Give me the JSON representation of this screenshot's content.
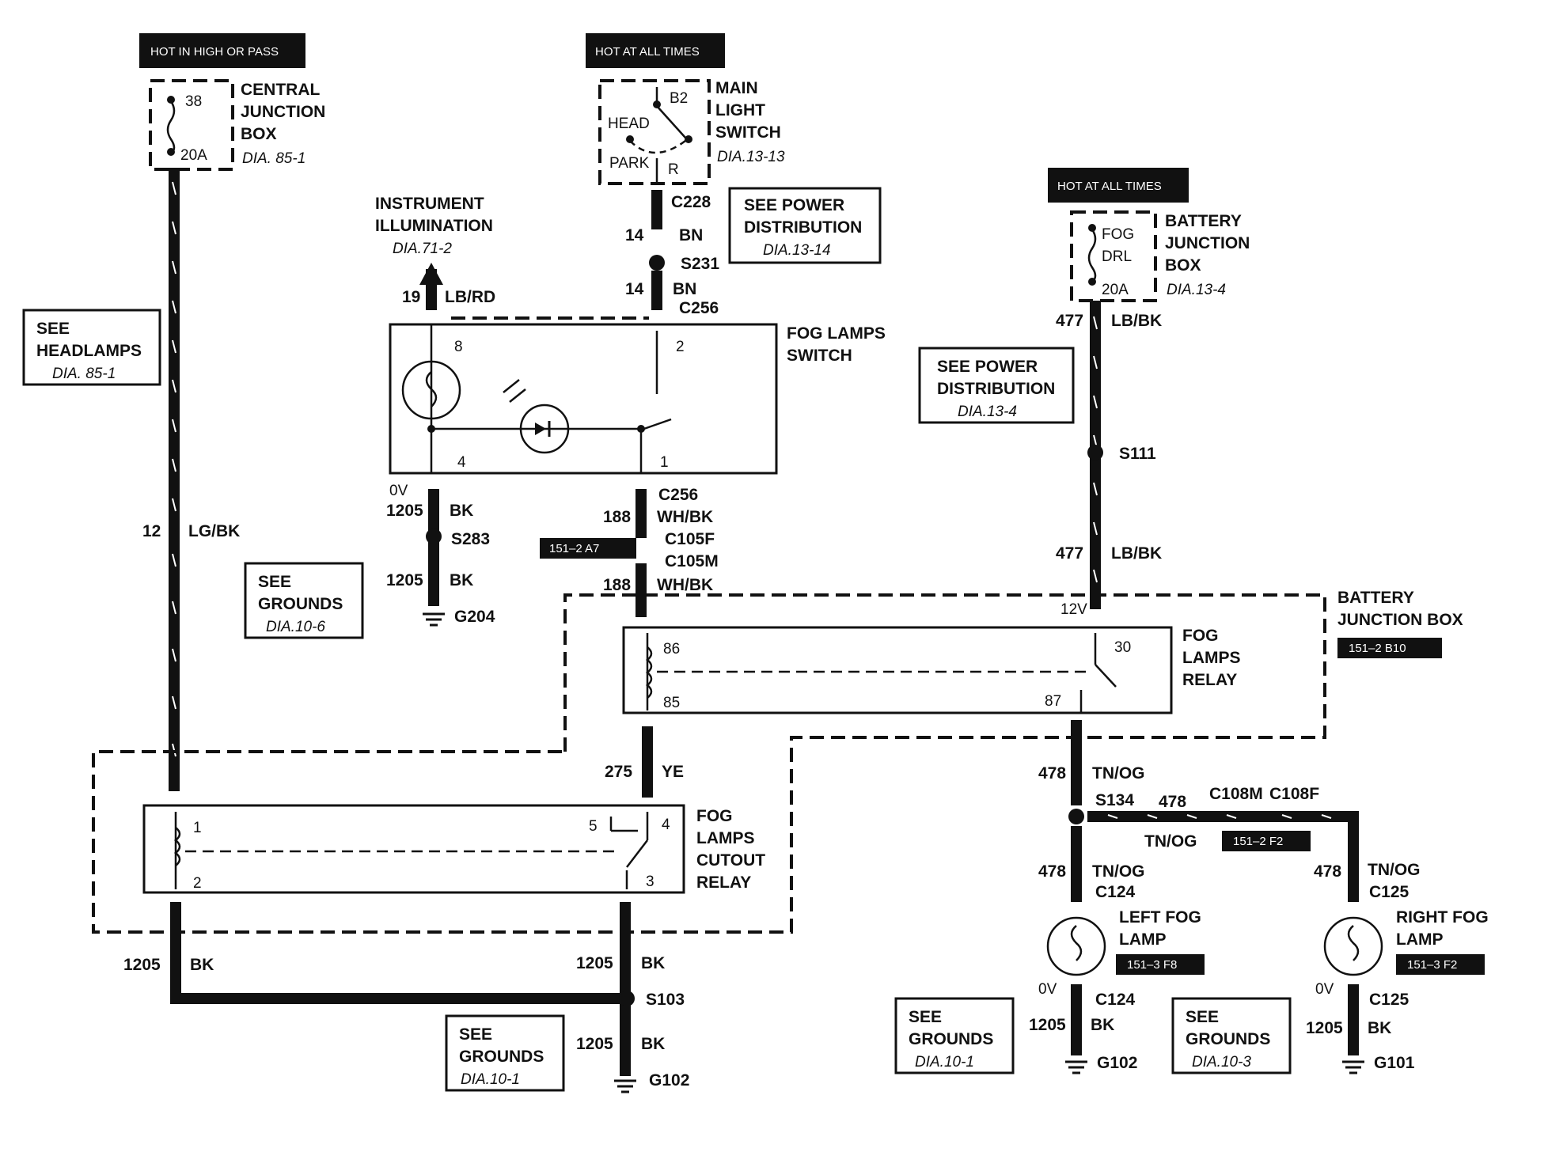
{
  "tags": {
    "hot_high_pass": "HOT IN HIGH OR PASS",
    "hot_all_times_1": "HOT AT ALL TIMES",
    "hot_all_times_2": "HOT AT ALL TIMES",
    "ref_151_2_a7": "151–2 A7",
    "ref_151_2_b10": "151–2 B10",
    "ref_151_2_f2": "151–2 F2",
    "ref_151_3_f8": "151–3 F8",
    "ref_151_3_f2": "151–3 F2"
  },
  "central_jb": {
    "line1": "CENTRAL",
    "line2": "JUNCTION",
    "line3": "BOX",
    "dia": "DIA. 85-1",
    "fuse_num": "38",
    "fuse_amp": "20A"
  },
  "main_switch": {
    "line1": "MAIN",
    "line2": "LIGHT",
    "line3": "SWITCH",
    "dia": "DIA.13-13",
    "b2": "B2",
    "head": "HEAD",
    "park": "PARK",
    "r": "R"
  },
  "battery_jb_top": {
    "line1": "BATTERY",
    "line2": "JUNCTION",
    "line3": "BOX",
    "dia": "DIA.13-4",
    "fuse1": "FOG",
    "fuse2": "DRL",
    "fuse_amp": "20A"
  },
  "instrument": {
    "line1": "INSTRUMENT",
    "line2": "ILLUMINATION",
    "dia": "DIA.71-2"
  },
  "see_power_1": {
    "line1": "SEE POWER",
    "line2": "DISTRIBUTION",
    "dia": "DIA.13-14"
  },
  "see_power_2": {
    "line1": "SEE POWER",
    "line2": "DISTRIBUTION",
    "dia": "DIA.13-4"
  },
  "see_headlamps": {
    "line1": "SEE",
    "line2": "HEADLAMPS",
    "dia": "DIA. 85-1"
  },
  "see_grounds_1": {
    "line1": "SEE",
    "line2": "GROUNDS",
    "dia": "DIA.10-6"
  },
  "see_grounds_2": {
    "line1": "SEE",
    "line2": "GROUNDS",
    "dia": "DIA.10-1"
  },
  "see_grounds_3": {
    "line1": "SEE",
    "line2": "GROUNDS",
    "dia": "DIA.10-1"
  },
  "see_grounds_4": {
    "line1": "SEE",
    "line2": "GROUNDS",
    "dia": "DIA.10-3"
  },
  "fog_switch": {
    "line1": "FOG LAMPS",
    "line2": "SWITCH",
    "p8": "8",
    "p2": "2",
    "p4": "4",
    "p1": "1"
  },
  "fog_relay": {
    "line1": "FOG",
    "line2": "LAMPS",
    "line3": "RELAY",
    "p86": "86",
    "p85": "85",
    "p30": "30",
    "p87": "87"
  },
  "battery_jb_box": {
    "line1": "BATTERY",
    "line2": "JUNCTION BOX"
  },
  "cutout_relay": {
    "line1": "FOG",
    "line2": "LAMPS",
    "line3": "CUTOUT",
    "line4": "RELAY",
    "p1": "1",
    "p2": "2",
    "p3": "3",
    "p4": "4",
    "p5": "5"
  },
  "left_lamp": {
    "line1": "LEFT FOG",
    "line2": "LAMP"
  },
  "right_lamp": {
    "line1": "RIGHT FOG",
    "line2": "LAMP"
  },
  "wires": {
    "w12": "12",
    "lgbk": "LG/BK",
    "w14a": "14",
    "bn_a": "BN",
    "w14b": "14",
    "bn_b": "BN",
    "w19": "19",
    "lbrd": "LB/RD",
    "w1205a": "1205",
    "bk_a": "BK",
    "w1205b": "1205",
    "bk_b": "BK",
    "w188a": "188",
    "whbk_a": "WH/BK",
    "w188b": "188",
    "whbk_b": "WH/BK",
    "w477a": "477",
    "lbbk_a": "LB/BK",
    "w477b": "477",
    "lbbk_b": "LB/BK",
    "w275": "275",
    "ye": "YE",
    "w478a": "478",
    "tnog_a": "TN/OG",
    "w478b": "478",
    "tnog_b": "TN/OG",
    "w478c": "478",
    "tnog_c": "TN/OG",
    "w478d": "478",
    "tnog_d": "TN/OG",
    "w1205c": "1205",
    "bk_c": "BK",
    "w1205d": "1205",
    "bk_d": "BK",
    "w1205e": "1205",
    "bk_e": "BK",
    "w1205f": "1205",
    "bk_f": "BK",
    "w1205g": "1205",
    "bk_g": "BK",
    "ov1": "0V",
    "ov2": "0V",
    "ov3": "0V",
    "v12": "12V"
  },
  "connectors": {
    "c228": "C228",
    "s231": "S231",
    "c256a": "C256",
    "c256b": "C256",
    "s283": "S283",
    "g204": "G204",
    "c105f": "C105F",
    "c105m": "C105M",
    "s111": "S111",
    "s134": "S134",
    "c108m": "C108M",
    "c108f": "C108F",
    "c124a": "C124",
    "c125a": "C125",
    "c124b": "C124",
    "c125b": "C125",
    "s103": "S103",
    "g102a": "G102",
    "g102b": "G102",
    "g101": "G101"
  }
}
